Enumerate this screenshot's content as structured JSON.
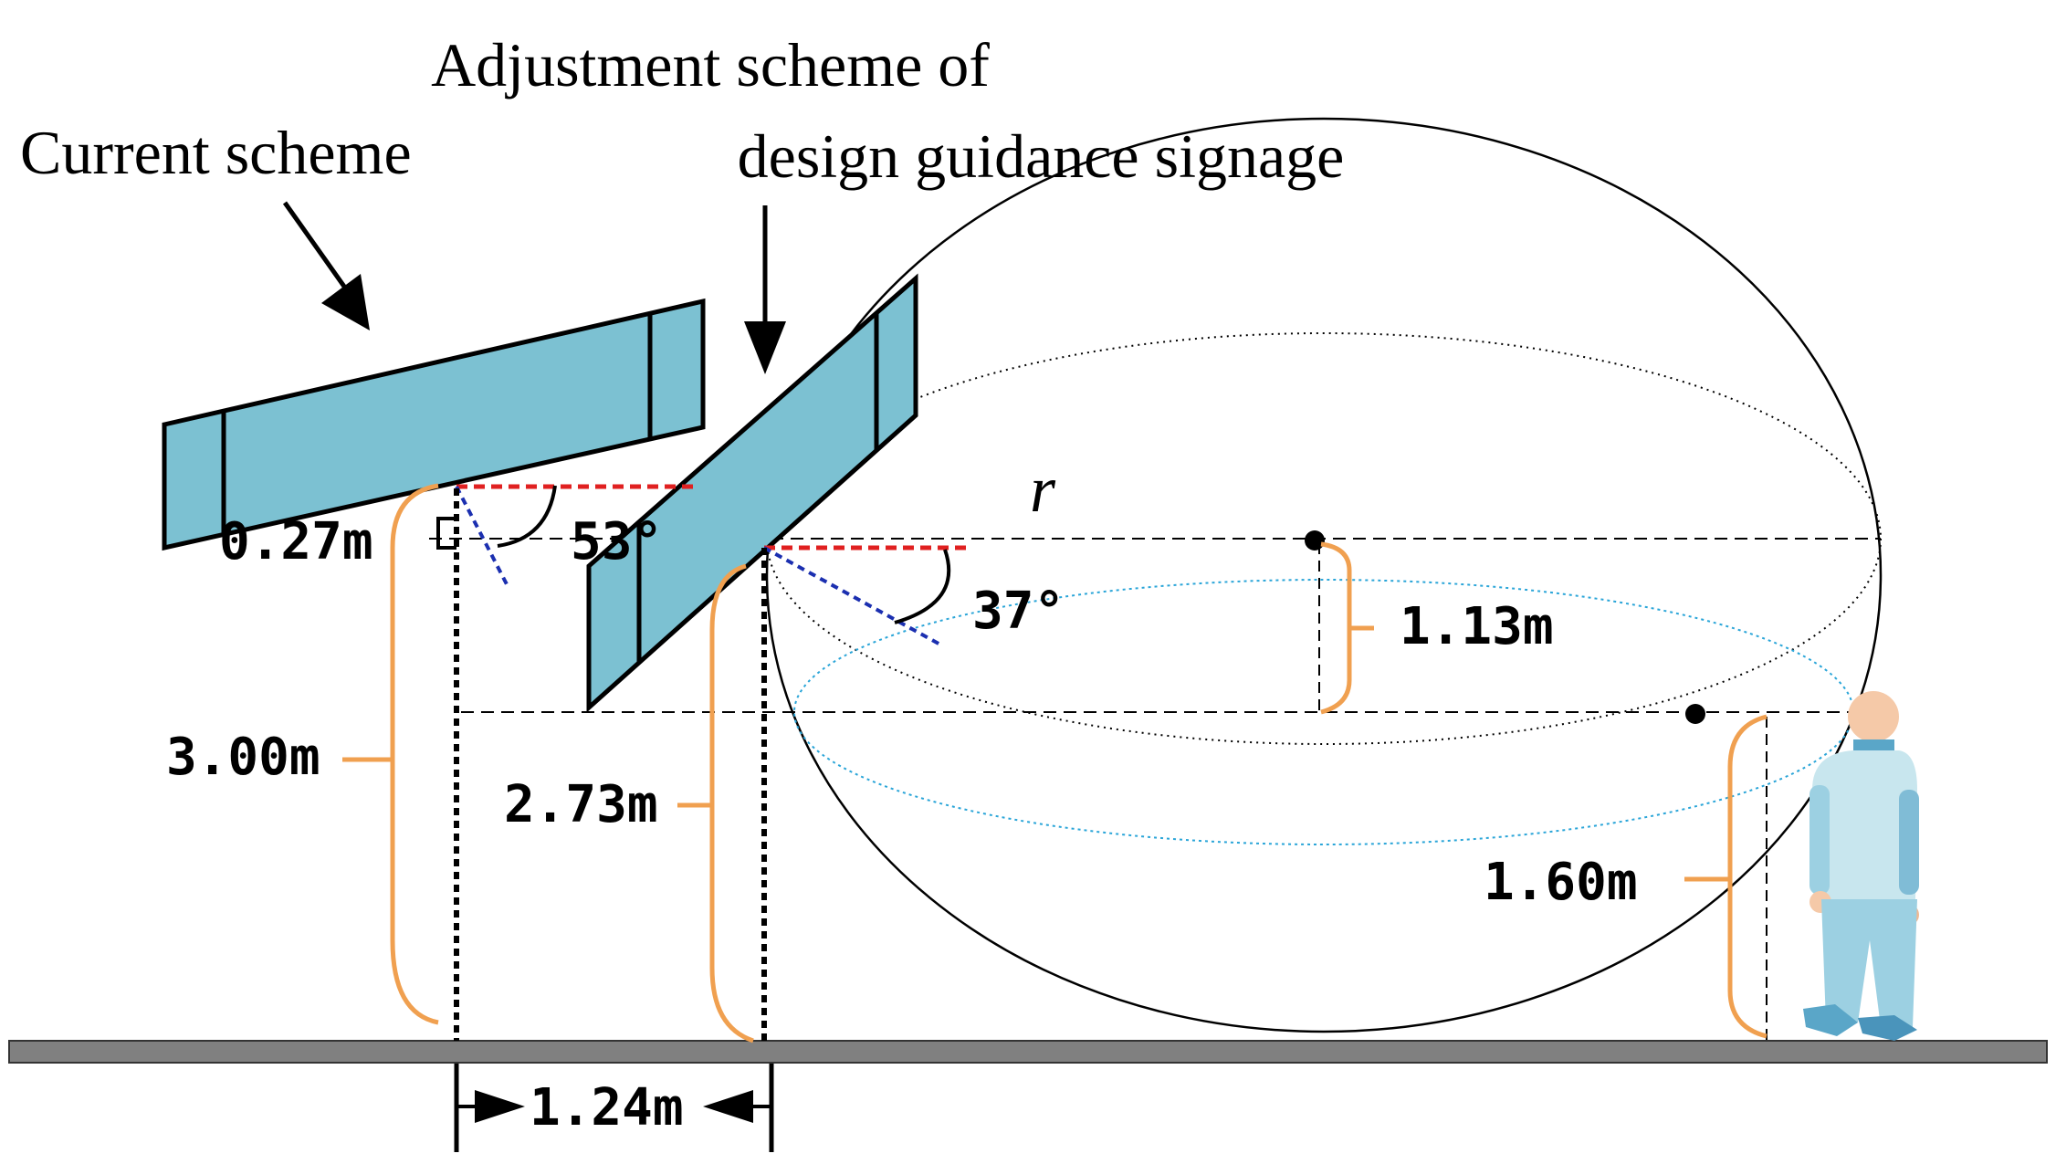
{
  "labels": {
    "current_scheme": "Current scheme",
    "adjustment_line1": "Adjustment scheme of",
    "adjustment_line2": "design guidance signage",
    "radius": "r",
    "angle_current": "53°",
    "angle_adjusted": "37°",
    "dim_offset": "0.27m",
    "dim_current_height": "3.00m",
    "dim_adjusted_height": "2.73m",
    "dim_eye_offset": "1.13m",
    "dim_eye_height": "1.60m",
    "dim_horizontal": "1.24m"
  },
  "colors": {
    "sign_fill": "#7cc1d2",
    "bracket": "#f0a050",
    "angle_ref": "#e02020",
    "sight_line": "#1b2fb0",
    "ellipse_blue": "#2aa5d8",
    "ground": "#808080"
  }
}
